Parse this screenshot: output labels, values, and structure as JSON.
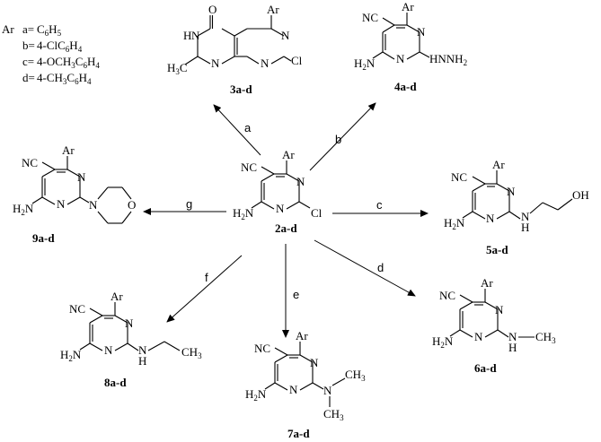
{
  "legend": {
    "title": "Ar",
    "items": [
      {
        "key": "a=",
        "formula": "C6H5"
      },
      {
        "key": "b=",
        "formula": "4-ClC6H4"
      },
      {
        "key": "c=",
        "formula": "4-OCH3C6H4"
      },
      {
        "key": "d=",
        "formula": "4-CH3C6H4"
      }
    ]
  },
  "center": {
    "id": "2a-d"
  },
  "products": [
    {
      "id": "3a-d",
      "reagent": "a"
    },
    {
      "id": "4a-d",
      "reagent": "b"
    },
    {
      "id": "5a-d",
      "reagent": "c"
    },
    {
      "id": "6a-d",
      "reagent": "d"
    },
    {
      "id": "7a-d",
      "reagent": "e"
    },
    {
      "id": "8a-d",
      "reagent": "f"
    },
    {
      "id": "9a-d",
      "reagent": "g"
    }
  ],
  "atoms": {
    "ar": "Ar",
    "n": "N",
    "nc": "NC",
    "h2n": "H2N",
    "cl": "Cl",
    "h": "H",
    "o": "O",
    "oh": "OH",
    "ch3": "CH3",
    "hn": "HN",
    "nh2": "NH2",
    "h3c": "H3C"
  },
  "colors": {
    "ink": "#000000",
    "background": "#ffffff"
  }
}
